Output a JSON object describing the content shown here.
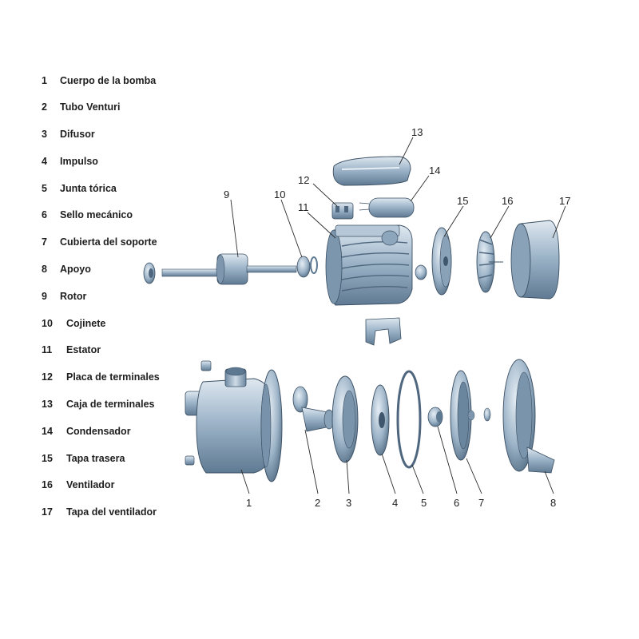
{
  "legend": [
    {
      "num": "1",
      "label": "Cuerpo de la bomba"
    },
    {
      "num": "2",
      "label": "Tubo Venturi"
    },
    {
      "num": "3",
      "label": "Difusor"
    },
    {
      "num": "4",
      "label": "Impulso"
    },
    {
      "num": "5",
      "label": "Junta tórica"
    },
    {
      "num": "6",
      "label": "Sello mecánico"
    },
    {
      "num": "7",
      "label": "Cubierta del soporte"
    },
    {
      "num": "8",
      "label": "Apoyo"
    },
    {
      "num": "9",
      "label": "Rotor"
    },
    {
      "num": "10",
      "label": "Cojinete"
    },
    {
      "num": "11",
      "label": "Estator"
    },
    {
      "num": "12",
      "label": "Placa de terminales"
    },
    {
      "num": "13",
      "label": "Caja de terminales"
    },
    {
      "num": "14",
      "label": "Condensador"
    },
    {
      "num": "15",
      "label": "Tapa trasera"
    },
    {
      "num": "16",
      "label": "Ventilador"
    },
    {
      "num": "17",
      "label": "Tapa del ventilador"
    }
  ],
  "callouts": [
    "1",
    "2",
    "3",
    "4",
    "5",
    "6",
    "7",
    "8",
    "9",
    "10",
    "11",
    "12",
    "13",
    "14",
    "15",
    "16",
    "17"
  ],
  "colors": {
    "part_fill": "#9cb3c7",
    "part_light": "#d4e0ea",
    "part_dark": "#5d7891",
    "outline": "#3b4f63",
    "text": "#1e1e1e"
  }
}
